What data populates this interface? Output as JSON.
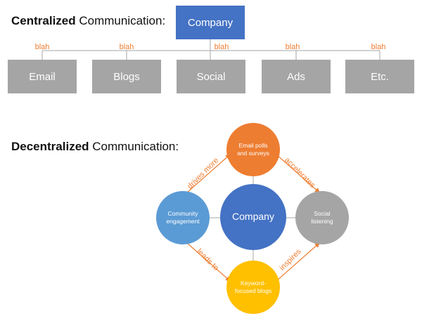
{
  "centralized": {
    "heading_bold": "Centralized",
    "heading_rest": " Communication:",
    "company": "Company",
    "connector_label": "blah",
    "channels": [
      "Email",
      "Blogs",
      "Social",
      "Ads",
      "Etc."
    ]
  },
  "decentralized": {
    "heading_bold": "Decentralized",
    "heading_rest": " Communication:",
    "center": "Company",
    "top": "Email polls and surveys",
    "left": "Community engagement",
    "right": "Social listening",
    "bottom": "Keyword-focused blogs",
    "relations": {
      "left_top": "drives more",
      "top_right": "accelerates",
      "left_bottom": "leads to",
      "bottom_right": "inspires"
    }
  },
  "colors": {
    "company_blue": "#4472c4",
    "orange": "#ed7d31",
    "light_blue": "#5b9bd5",
    "gray": "#a5a5a5",
    "gold": "#ffc000"
  }
}
